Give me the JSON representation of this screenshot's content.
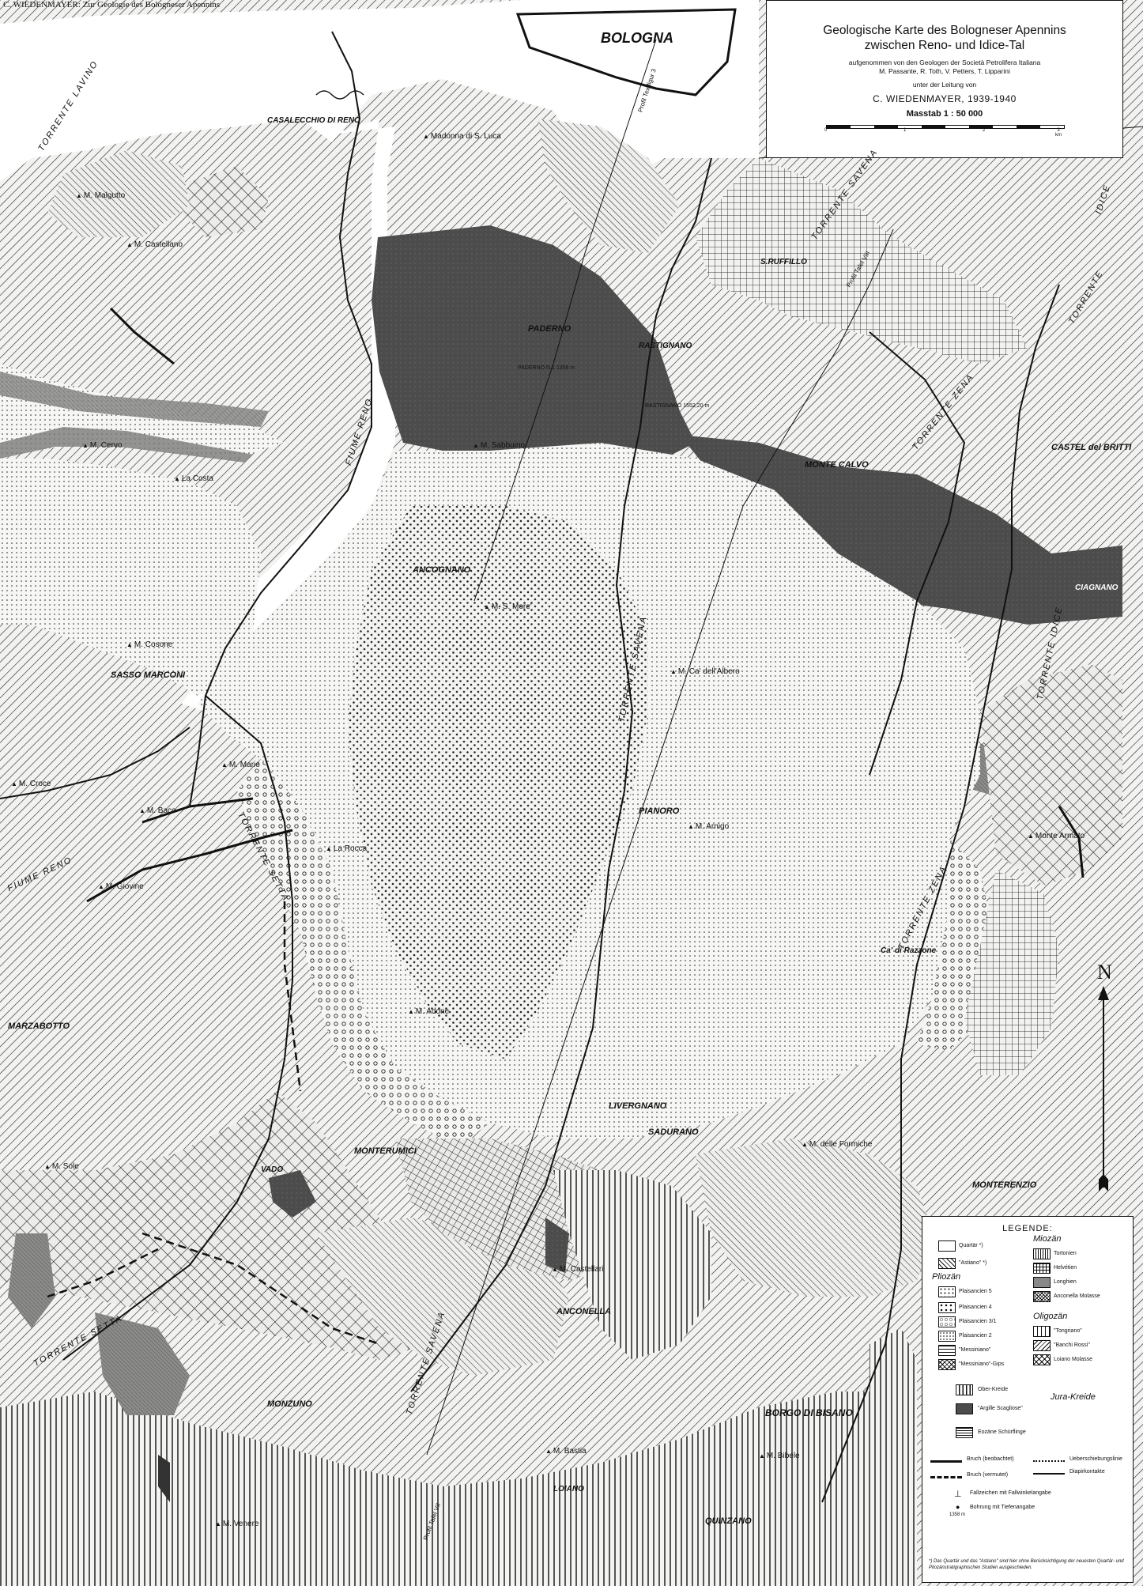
{
  "header_strip": "C. WIEDENMAYER: Zur Geologie des Bologneser Apennins",
  "title": {
    "line1": "Geologische Karte des Bologneser Apennins",
    "line2": "zwischen Reno- und Idice-Tal",
    "line3": "aufgenommen von den Geologen der Società Petrolifera Italiana",
    "line4": "M. Passante, R. Toth, V. Petters, T. Lipparini",
    "line5": "unter der Leitung von",
    "line6": "C. WIEDENMAYER, 1939-1940",
    "scale": "Masstab 1 : 50 000",
    "scale_ticks": [
      "0",
      "1",
      "2",
      "3 km"
    ]
  },
  "north": "N",
  "towns": {
    "bologna": "BOLOGNA",
    "casalecchio": "CASALECCHIO DI RENO",
    "s_ruffillo": "S.RUFFILLO",
    "paderno": "PADERNO",
    "rastignano": "RASTIGNANO",
    "monte_calvo": "MONTE CALVO",
    "castel_britti": "CASTEL del BRITTI",
    "ciagnano": "CIAGNANO",
    "ancognano": "ANCOGNANO",
    "sasso_marconi": "SASSO MARCONI",
    "pianoro": "PIANORO",
    "ca_razzone": "Ca' di Razzone",
    "marzabotto": "MARZABOTTO",
    "livergnano": "LIVERGNANO",
    "sadurano": "SADURANO",
    "monterumici": "MONTERUMICI",
    "vado": "VADO",
    "monterenzio": "MONTERENZIO",
    "anconella": "ANCONELLA",
    "monzuno": "MONZUNO",
    "borgo_bisano": "BORGO DI BISANO",
    "loiano": "LOIANO",
    "quinzano": "QUINZANO"
  },
  "peaks": {
    "madonna_luca": "Madonna di S. Luca",
    "malgutto": "M. Malgutto",
    "castellano": "M. Castellano",
    "sabbuino": "M. Sabbuino",
    "cervo": "M. Cervo",
    "costa": "La Costa",
    "s_more": "M. S. More'",
    "cosone": "M. Cosone",
    "ca_albero": "M. Ca' dell'Albero",
    "croce": "M. Croce",
    "mario": "M. Mario",
    "baco": "M. Baco",
    "rocca": "La Rocca",
    "giovine": "M. Giovine",
    "arnigo": "M. Arnigo",
    "armato": "Monte Armato",
    "adone": "M. Adone",
    "formiche": "M. delle Formiche",
    "sole": "M. Sole",
    "castellari": "M. Castellari",
    "bastia": "M. Bastia",
    "bibele": "M. Bibele",
    "venere": "M. Venere"
  },
  "rivers": {
    "lavino": "TORRENTE LAVINO",
    "reno": "FIUME RENO",
    "savena_n": "TORRENTE SAVENA",
    "idice_n": "IDICE",
    "zena_n": "TORRENTE ZENA",
    "torrente_n": "TORRENTE",
    "savena_mid": "TORRENTE SAVENA",
    "idice_mid": "TORRENTE IDICE",
    "reno_sw": "FIUME RENO",
    "setta": "TORRENTE SETTA",
    "zena_mid": "TORRENTE ZENA",
    "setta_s": "TORRENTE SETTA",
    "savena_s": "TORRENTE SAVENA"
  },
  "profiles": {
    "p3": "Profil Textfigur 3",
    "p8": "Profil Tafel VIII",
    "p7": "Profil Tafel VII"
  },
  "wells": {
    "paderno": "PADERNO N.1 1358 m",
    "rastignano": "RASTIGNANO 1552,20 m"
  },
  "legend": {
    "title": "LEGENDE:",
    "quartar": "Quartär *)",
    "astiano": "\"Astiano\" *)",
    "pliozan": "Pliozän",
    "plio5": "Plaisancien 5",
    "plio4": "Plaisancien 4",
    "plio31": "Plaisancien 3/1",
    "plio2": "Plaisancien 2",
    "messiniano": "\"Messiniano\"",
    "messiniano_gips": "\"Messiniano\"-Gips",
    "miozan": "Miozän",
    "tortonien": "Tortonien",
    "helvetien": "Helvétien",
    "longhien": "Longhien",
    "anconella_molasse": "Anconella Molasse",
    "oligozan": "Oligozän",
    "tongriano": "\"Tongriano\"",
    "banchi_rossi": "\"Banchi Rossi\"",
    "loiano_molasse": "Loiano Molasse",
    "ober_kreide": "Ober-Kreide",
    "argille": "\"Argille Scagliose\"",
    "jura_kreide": "Jura-Kreide",
    "eozane": "Eozäne Schürflinge",
    "bruch_beob": "Bruch (beobachtet)",
    "bruch_verm": "Bruch (vermutet)",
    "ueberschiebung": "Ueberschiebungslinie",
    "diapir": "Diapirkontakte",
    "fallzeichen": "Fallzeichen mit Fallwinkelangabe",
    "bohrung": "Bohrung mit Tiefenangabe",
    "depth_example": "1358 m",
    "footnote": "*) Das Quartär und das \"Astiano\" sind hier ohne Berücksichtigung der neuesten Quartär- und Pliozänstratigraphischen Studien ausgeschieden."
  }
}
